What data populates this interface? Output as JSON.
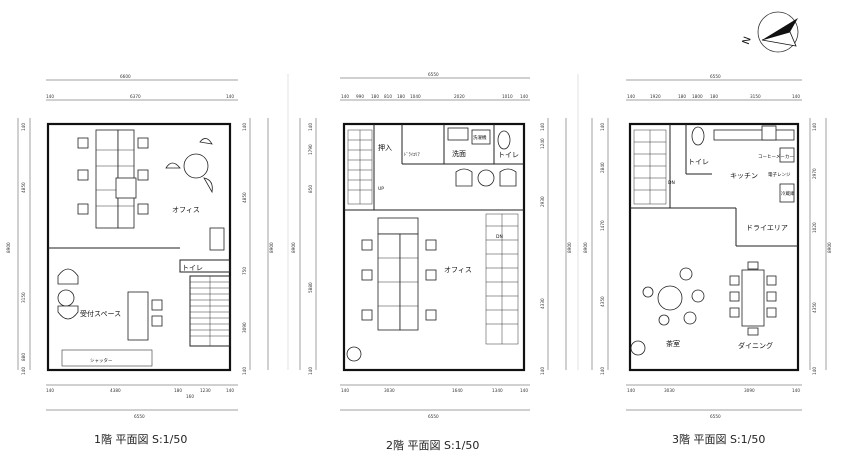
{
  "compass": {
    "label": "N"
  },
  "floors": [
    {
      "caption": "1階 平面図 S:1/50",
      "top_overall": "6600",
      "top_sub": [
        "140",
        "6370",
        "140"
      ],
      "bottom_sub": [
        "140",
        "4380",
        "180",
        "1230",
        "140"
      ],
      "bottom_extra": "160",
      "bottom_overall": "6550",
      "left_overall": "8900",
      "left_sub": [
        "140",
        "4850",
        "3150",
        "880",
        "140"
      ],
      "right_overall": "8900",
      "right_sub": [
        "140",
        "4850",
        "750",
        "3090",
        "140"
      ],
      "rooms": {
        "office": "オフィス",
        "toilet": "トイレ",
        "reception": "受付スペース",
        "shutter": "シャッター"
      }
    },
    {
      "caption": "2階 平面図 S:1/50",
      "top_overall": "6550",
      "top_sub": [
        "140",
        "990",
        "180",
        "810",
        "180",
        "1040",
        "2020",
        "1010",
        "140"
      ],
      "bottom_sub": [
        "140",
        "3030",
        "1640",
        "1340",
        "140"
      ],
      "bottom_overall": "6550",
      "left_overall": "8900",
      "left_sub": [
        "140",
        "1790",
        "850",
        "5880",
        "140"
      ],
      "right_overall": "8900",
      "right_sub": [
        "140",
        "1240",
        "2930",
        "4330",
        "140"
      ],
      "rooms": {
        "closet": "押入",
        "dry_area": "ﾄﾞﾗｲｴﾘｱ",
        "washroom": "洗面",
        "toilet": "トイレ",
        "office": "オフィス",
        "up": "UP",
        "dn": "DN",
        "washer": "洗濯機"
      }
    },
    {
      "caption": "3階 平面図 S:1/50",
      "top_overall": "6550",
      "top_sub": [
        "140",
        "1920",
        "180",
        "1800",
        "180",
        "3150",
        "140"
      ],
      "bottom_sub": [
        "140",
        "3030",
        "3090",
        "140"
      ],
      "bottom_overall": "6550",
      "left_overall": "8900",
      "left_sub": [
        "140",
        "2840",
        "1470",
        "4350",
        "140"
      ],
      "right_overall": "8900",
      "right_sub": [
        "140",
        "2970",
        "1020",
        "4350",
        "140"
      ],
      "rooms": {
        "toilet": "トイレ",
        "kitchen": "キッチン",
        "dry_area": "ドライエリア",
        "tea_room": "茶室",
        "dining": "ダイニング",
        "dn": "DN",
        "coffee": "コーヒーメーカー",
        "fridge": "冷蔵庫",
        "cabinet": "電子レンジ"
      }
    }
  ]
}
